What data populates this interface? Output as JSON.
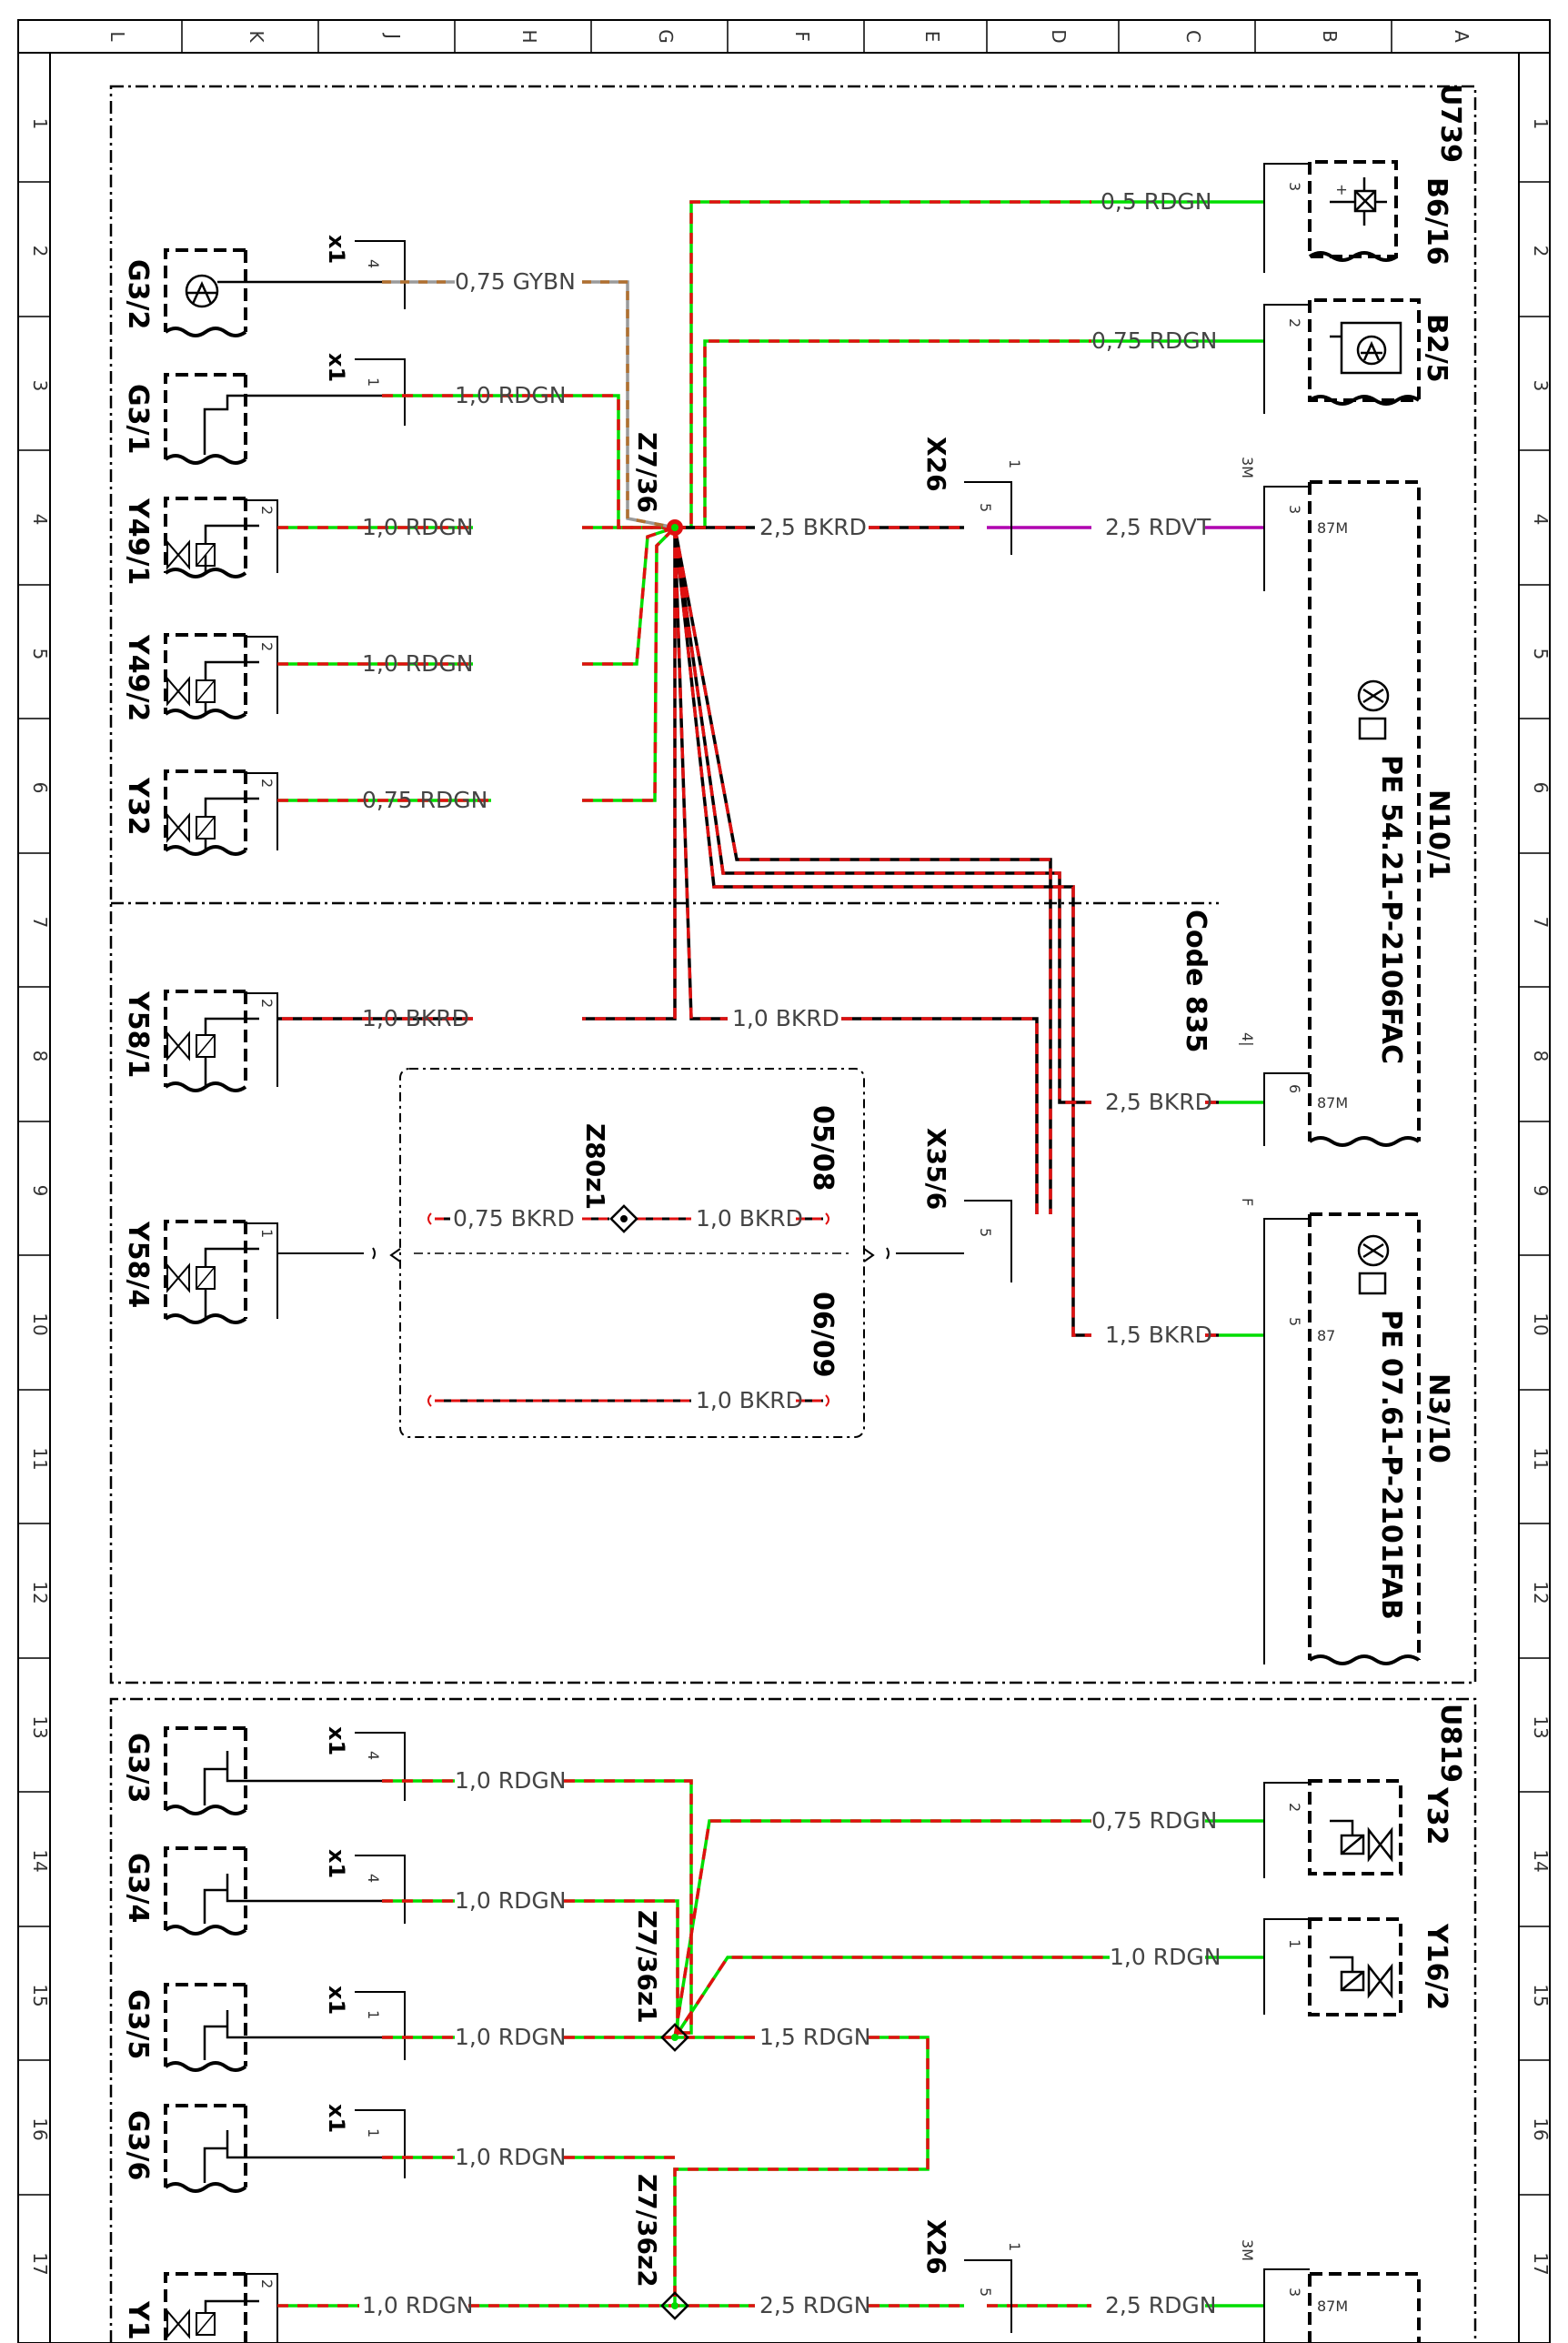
{
  "frame": {
    "col_letters": [
      "L",
      "K",
      "J",
      "H",
      "G",
      "F",
      "E",
      "D",
      "C",
      "B",
      "A"
    ],
    "row_numbers": [
      "1",
      "2",
      "3",
      "4",
      "5",
      "6",
      "7",
      "8",
      "9",
      "10",
      "11",
      "12",
      "13",
      "14",
      "15",
      "16",
      "17"
    ]
  },
  "blocks": {
    "u739": "U739",
    "u819": "U819",
    "code835": "Code 835"
  },
  "components": {
    "g3_2": "G3/2",
    "g3_1": "G3/1",
    "y49_1": "Y49/1",
    "y49_2": "Y49/2",
    "y32a": "Y32",
    "y58_1": "Y58/1",
    "y58_4": "Y58/4",
    "b6_16": "B6/16",
    "b2_5": "B2/5",
    "n10_1": "N10/1",
    "n10_1_ref": "PE 54.21-P-2106FAC",
    "n3_10": "N3/10",
    "n3_10_ref": "PE 07.61-P-2101FAB",
    "x26a": "X26",
    "x35_6": "X35/6",
    "z7_36": "Z7/36",
    "z80z1": "Z80z1",
    "g3_3": "G3/3",
    "g3_4": "G3/4",
    "g3_5": "G3/5",
    "g3_6": "G3/6",
    "y32b": "Y32",
    "y16_2": "Y16/2",
    "z7_36z1": "Z7/36z1",
    "z7_36z2": "Z7/36z2",
    "x26b": "X26",
    "y1_partial": "Y1"
  },
  "connectors": {
    "x1": "x1"
  },
  "pins": {
    "p1": "1",
    "p2": "2",
    "p3": "3",
    "p4": "4",
    "p5": "5",
    "p6": "6",
    "p3m": "3M",
    "p4l": "4|",
    "pF": "F",
    "p87m": "87M",
    "p87": "87",
    "plus": "+"
  },
  "wires": {
    "w1": "0,5 RDGN",
    "w2": "0,75 GYBN",
    "w3": "0,75 RDGN",
    "w4": "1,0 RDGN",
    "w5": "1,0 RDGN",
    "w6": "2,5 BKRD",
    "w7": "2,5 RDVT",
    "w8": "1,0 RDGN",
    "w9": "0,75 RDGN",
    "w10": "1,0 BKRD",
    "w11": "1,0 BKRD",
    "w12": "2,5 BKRD",
    "w13": "0,75 BKRD",
    "w14": "1,0 BKRD",
    "w15": "1,5 BKRD",
    "w16": "1,0 BKRD",
    "w17": "1,0 RDGN",
    "w18": "0,75 RDGN",
    "w19": "1,0 RDGN",
    "w20": "1,0 RDGN",
    "w21": "1,5 RDGN",
    "w22": "1,0 RDGN",
    "w23": "1,0 RDGN",
    "w24": "2,5 RDGN",
    "w25": "2,5 RDGN",
    "w26": "1,0 RDGN"
  },
  "variants": {
    "v1": "05/08",
    "v2": "06/09"
  },
  "colors": {
    "red": "#e01010",
    "green": "#00dd00",
    "black": "#000000",
    "violet": "#b000b0",
    "gray": "#9a9a9a",
    "brown": "#b07030"
  }
}
